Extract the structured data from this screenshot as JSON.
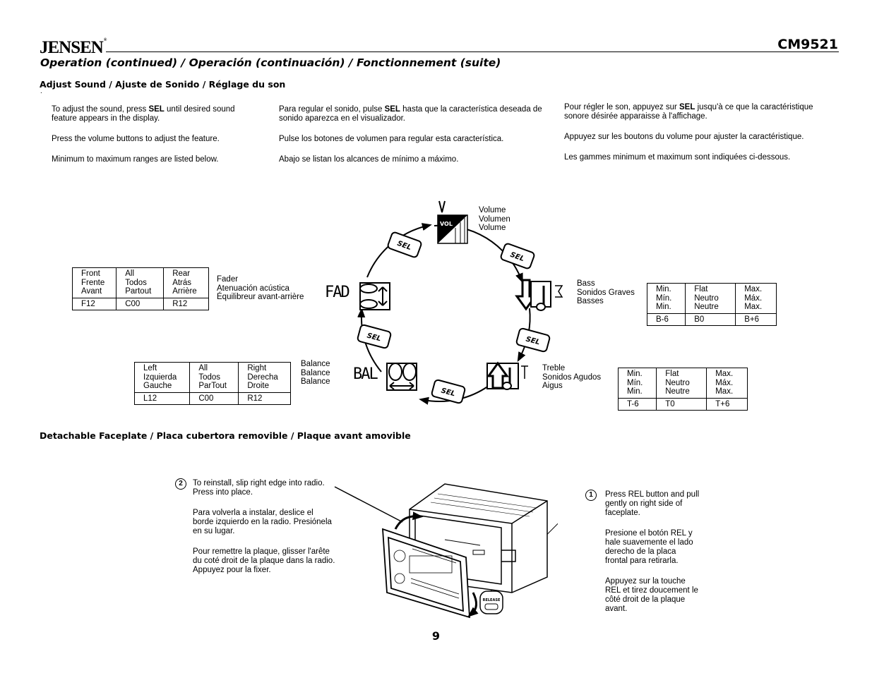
{
  "header": {
    "brand": "JENSEN",
    "brand_mark": "®",
    "model": "CM9521",
    "title": "Operation (continued) / Operación (continuación) / Fonctionnement (suite)"
  },
  "adjust_sound": {
    "heading": "Adjust Sound / Ajuste de Sonido / Réglage du son",
    "dot": ".",
    "english": [
      [
        "To adjust the sound, press ",
        "SEL",
        " until desired sound feature appears in the display."
      ],
      [
        "Press the volume buttons to adjust the feature."
      ],
      [
        "Minimum to maximum ranges are listed below."
      ]
    ],
    "spanish": [
      [
        "Para regular el sonido, pulse ",
        "SEL",
        " hasta que la característica deseada de sonido aparezca en el visualizador."
      ],
      [
        "Pulse los botones de volumen para regular esta característica."
      ],
      [
        "Abajo se listan los alcances de mínimo a máximo."
      ]
    ],
    "french": [
      [
        "Pour régler le son, appuyez sur ",
        "SEL",
        " jusqu'à ce que la caractéristique sonore désirée apparaisse à l'affichage."
      ],
      [
        "Appuyez sur les boutons du volume pour ajuster la caractéristique."
      ],
      [
        "Les gammes minimum et maximum sont indiquées ci-dessous."
      ]
    ]
  },
  "diagram": {
    "sel_label": "SEL",
    "vol_badge": "VOL",
    "display_fad": "FAD",
    "display_bal": "BAL",
    "volume_labels": [
      "Volume",
      "Volumen",
      "Volume"
    ],
    "bass_labels": [
      "Bass",
      "Sonidos Graves",
      "Basses"
    ],
    "treble_labels": [
      "Treble",
      "Sonidos Agudos",
      "Aigus"
    ],
    "balance_labels": [
      "Balance",
      "Balance",
      "Balance"
    ],
    "fader_labels": [
      "Fader",
      "Atenuación acústica",
      "Équilibreur avant-arrière"
    ]
  },
  "tables": {
    "fader": {
      "headers": [
        [
          "Front",
          "Frente",
          "Avant"
        ],
        [
          "All",
          "Todos",
          "Partout"
        ],
        [
          "Rear",
          "Atrás",
          "Arrière"
        ]
      ],
      "values": [
        "F12",
        "C00",
        "R12"
      ]
    },
    "balance": {
      "headers": [
        [
          "Left",
          "Izquierda",
          "Gauche"
        ],
        [
          "All",
          "Todos",
          "ParTout"
        ],
        [
          "Right",
          "Derecha",
          "Droite"
        ]
      ],
      "values": [
        "L12",
        "C00",
        "R12"
      ]
    },
    "bass": {
      "headers": [
        [
          "Min.",
          "Mín.",
          "Min."
        ],
        [
          "Flat",
          "Neutro",
          "Neutre"
        ],
        [
          "Max.",
          "Máx.",
          "Max."
        ]
      ],
      "values": [
        "B-6",
        "B0",
        "B+6"
      ]
    },
    "treble": {
      "headers": [
        [
          "Min.",
          "Mín.",
          "Min."
        ],
        [
          "Flat",
          "Neutro",
          "Neutre"
        ],
        [
          "Max.",
          "Máx.",
          "Max."
        ]
      ],
      "values": [
        "T-6",
        "T0",
        "T+6"
      ]
    }
  },
  "faceplate": {
    "heading": "Detachable Faceplate / Placa cubertora removible / Plaque avant amovible",
    "step2_number": "2",
    "step2": [
      "To reinstall, slip right edge into radio.\nPress into place.",
      "Para volverla a instalar, deslice el\nborde izquierdo en la radio. Presiónela\nen su lugar.",
      "Pour remettre la plaque, glisser l'arête\ndu coté droit de la plaque dans la radio.\nAppuyez pour la fixer."
    ],
    "step1_number": "1",
    "step1": [
      "Press REL button and pull\ngently on right side of\nfaceplate.",
      "Presione el botón REL y\nhale suavemente el lado\nderecho de la placa\nfrontal para retirarla.",
      "Appuyez sur la touche\nREL et tirez doucement le\ncôté droit de la plaque\navant."
    ],
    "release_label": "RELEASE"
  },
  "page_number": "9"
}
